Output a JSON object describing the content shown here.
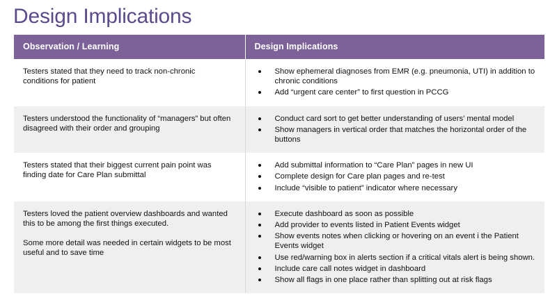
{
  "page_title": "Design Implications",
  "accent_color": "#7d6199",
  "title_color": "#5b4a8c",
  "alt_row_color": "#efeff0",
  "table": {
    "headers": {
      "observation": "Observation / Learning",
      "implications": "Design Implications"
    },
    "rows": [
      {
        "observation": [
          "Testers stated that they need to track non-chronic conditions for patient"
        ],
        "implications": [
          "Show ephemeral diagnoses from EMR (e.g. pneumonia, UTI) in addition to chronic conditions",
          "Add “urgent care center” to first question in PCCG"
        ]
      },
      {
        "observation": [
          "Testers understood the functionality of “managers” but often disagreed with their order and grouping"
        ],
        "implications": [
          "Conduct card sort to get better understanding of users’ mental model",
          "Show managers in vertical order that matches the horizontal order of the buttons"
        ]
      },
      {
        "observation": [
          "Testers stated that their biggest current pain point was finding date for Care Plan submittal"
        ],
        "implications": [
          "Add submittal information to “Care Plan” pages in new UI",
          "Complete design for Care plan pages and re-test",
          "Include “visible to patient” indicator where necessary"
        ]
      },
      {
        "observation": [
          "Testers loved the patient overview dashboards and wanted this to be among the first things executed.",
          "Some more detail was needed in certain widgets to be most useful and to save time"
        ],
        "implications": [
          "Execute dashboard as soon as possible",
          "Add provider to events listed in Patient Events widget",
          "Show events notes when clicking or hovering on an event i the Patient Events widget",
          "Use red/warning box in alerts section if a critical vitals alert is being shown.",
          "Include care call notes widget in dashboard",
          "Show all flags in one place rather than splitting out at risk flags"
        ]
      }
    ]
  }
}
